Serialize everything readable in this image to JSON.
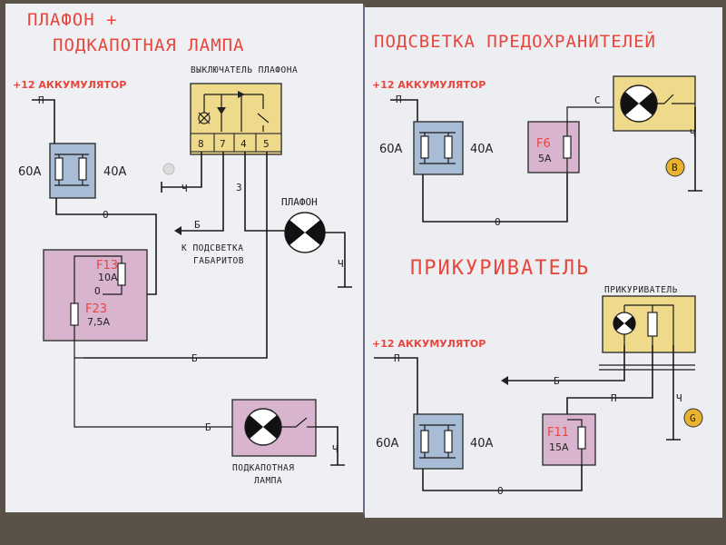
{
  "left": {
    "title_line1": "ПЛАФОН +",
    "title_line2": "ПОДКАПОТНАЯ ЛАМПА",
    "battery_label": "+12 АККУМУЛЯТОР",
    "battery_wire": "П",
    "fuse_60": "60А",
    "fuse_40": "40А",
    "wire_o1": "О",
    "switch_title": "ВЫКЛЮЧАТЕЛЬ ПЛАФОНА",
    "pins": [
      "8",
      "7",
      "4",
      "5"
    ],
    "wire_ch": "Ч",
    "wire_z": "З",
    "wire_b1": "Б",
    "to_label_1": "К ПОДСВЕТКА",
    "to_label_2": "ГАБАРИТОВ",
    "lamp_label": "ПЛАФОН",
    "lamp_wire": "Ч",
    "f13": "F13",
    "f13_amp": "10А",
    "wire_o2": "О",
    "f23": "F23",
    "f23_amp": "7,5А",
    "wire_b2": "Б",
    "wire_b3": "Б",
    "hood_label_1": "ПОДКАПОТНАЯ",
    "hood_label_2": "ЛАМПА",
    "hood_wire": "Ч"
  },
  "right": {
    "title": "ПОДСВЕТКА ПРЕДОХРАНИТЕЛЕЙ",
    "battery_label": "+12 АККУМУЛЯТОР",
    "battery_wire": "П",
    "fuse_60": "60А",
    "fuse_40": "40А",
    "f6": "F6",
    "f6_amp": "5А",
    "wire_c": "С",
    "wire_ch": "Ч",
    "wire_o": "О",
    "ground_b": "B",
    "title2": "ПРИКУРИВАТЕЛЬ",
    "lighter_label": "ПРИКУРИВАТЕЛЬ",
    "battery2_label": "+12 АККУМУЛЯТОР",
    "battery2_wire": "П",
    "wire_b": "Б",
    "wire_p": "П",
    "wire_ch2": "Ч",
    "ground_g": "G",
    "f11": "F11",
    "f11_amp": "15А",
    "fuse2_60": "60А",
    "fuse2_40": "40А",
    "wire_o2": "О"
  },
  "colors": {
    "red_text": "#e8463c",
    "fuse_box_blue": "#a9bcd6",
    "fuse_box_pink": "#d9b4cf",
    "switch_yellow": "#efd98a",
    "ground_badge": "#e9b330"
  }
}
